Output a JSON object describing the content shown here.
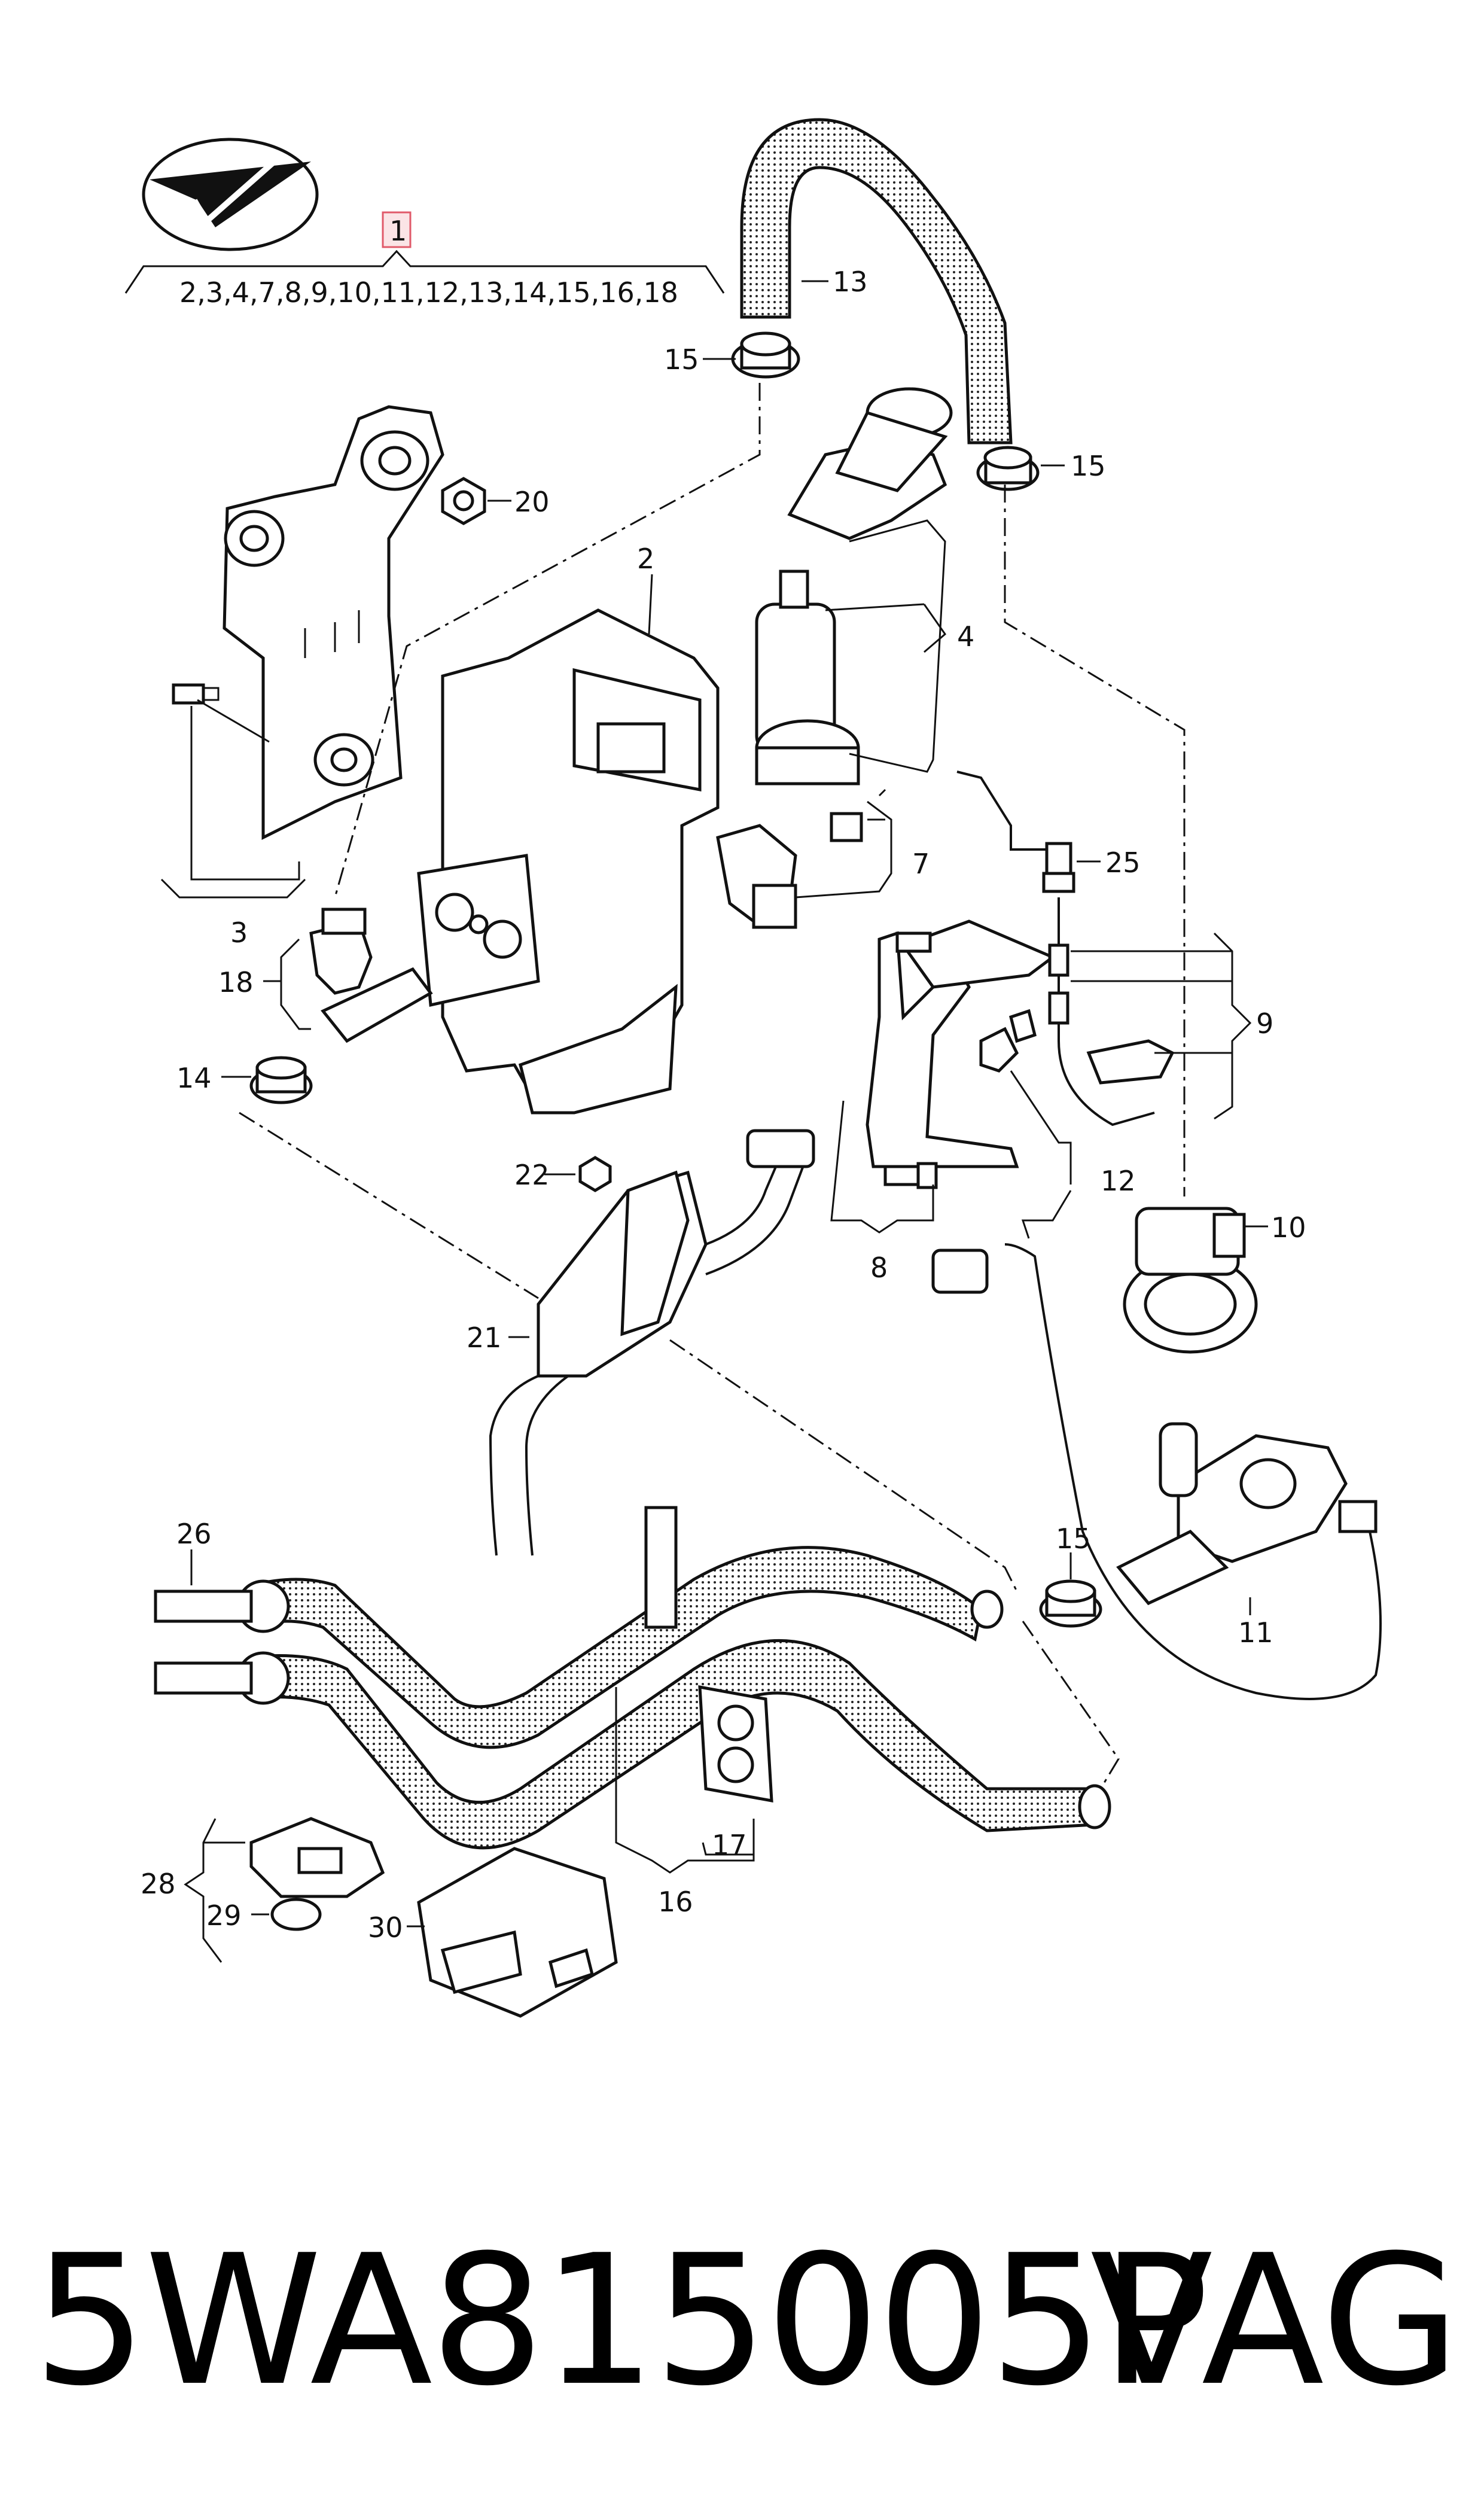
{
  "header": {
    "main_ref": "1",
    "ref_list": "2,3,4,7,8,9,10,11,12,13,14,15,16,18"
  },
  "callouts": {
    "c2": "2",
    "c3": "3",
    "c4": "4",
    "c7": "7",
    "c8": "8",
    "c9": "9",
    "c10": "10",
    "c11": "11",
    "c12": "12",
    "c13": "13",
    "c14": "14",
    "c15a": "15",
    "c15b": "15",
    "c15c": "15",
    "c16": "16",
    "c17": "17",
    "c18": "18",
    "c20": "20",
    "c21": "21",
    "c22": "22",
    "c25": "25",
    "c26": "26",
    "c28": "28",
    "c29": "29",
    "c30": "30"
  },
  "footer": {
    "part_number": "5WA815005P",
    "brand": "VAG"
  },
  "colors": {
    "line": "#111111",
    "highlight_box": "#e05a6a",
    "background": "#ffffff"
  },
  "icons": {
    "logo": "paper-plane-check-logo"
  }
}
